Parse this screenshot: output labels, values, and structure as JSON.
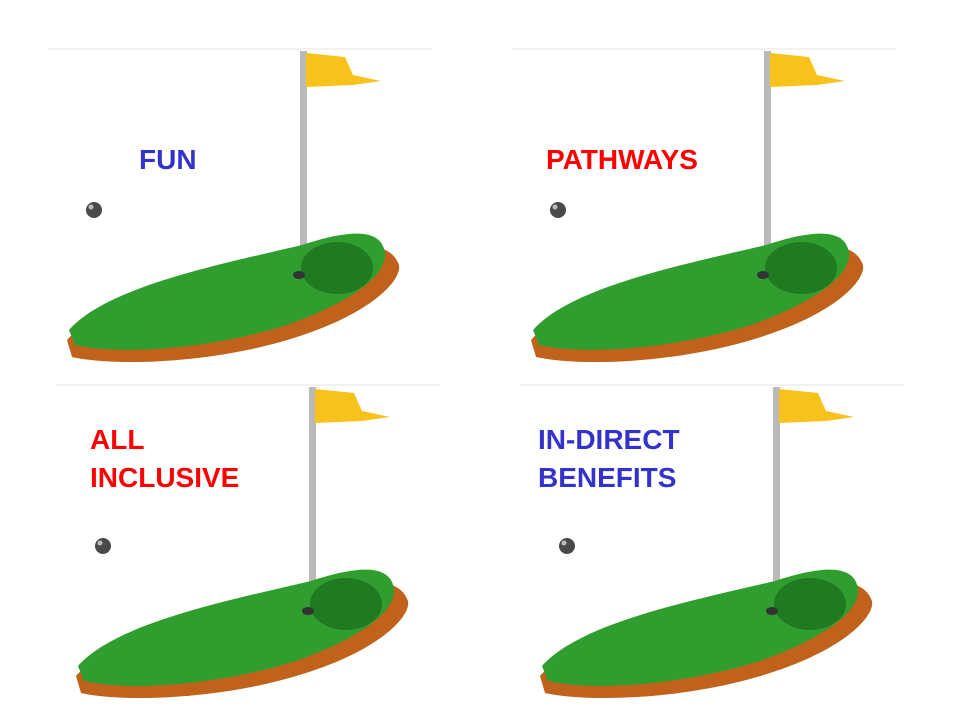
{
  "panels": [
    {
      "id": "fun",
      "lines": [
        "FUN"
      ],
      "color": "#3333cc"
    },
    {
      "id": "pathways",
      "lines": [
        "PATHWAYS"
      ],
      "color": "#ff0000"
    },
    {
      "id": "all-inclusive",
      "lines": [
        "ALL",
        "INCLUSIVE"
      ],
      "color": "#ff0000"
    },
    {
      "id": "in-direct-benefits",
      "lines": [
        "IN-DIRECT",
        "BENEFITS"
      ],
      "color": "#3333cc"
    }
  ],
  "colors": {
    "flag": "#f7c21b",
    "pole": "#b9b9b9",
    "grass": "#2f9e2f",
    "grass_dark": "#1f7a22",
    "dirt": "#c0621b",
    "ball": "#4a4a4a"
  }
}
